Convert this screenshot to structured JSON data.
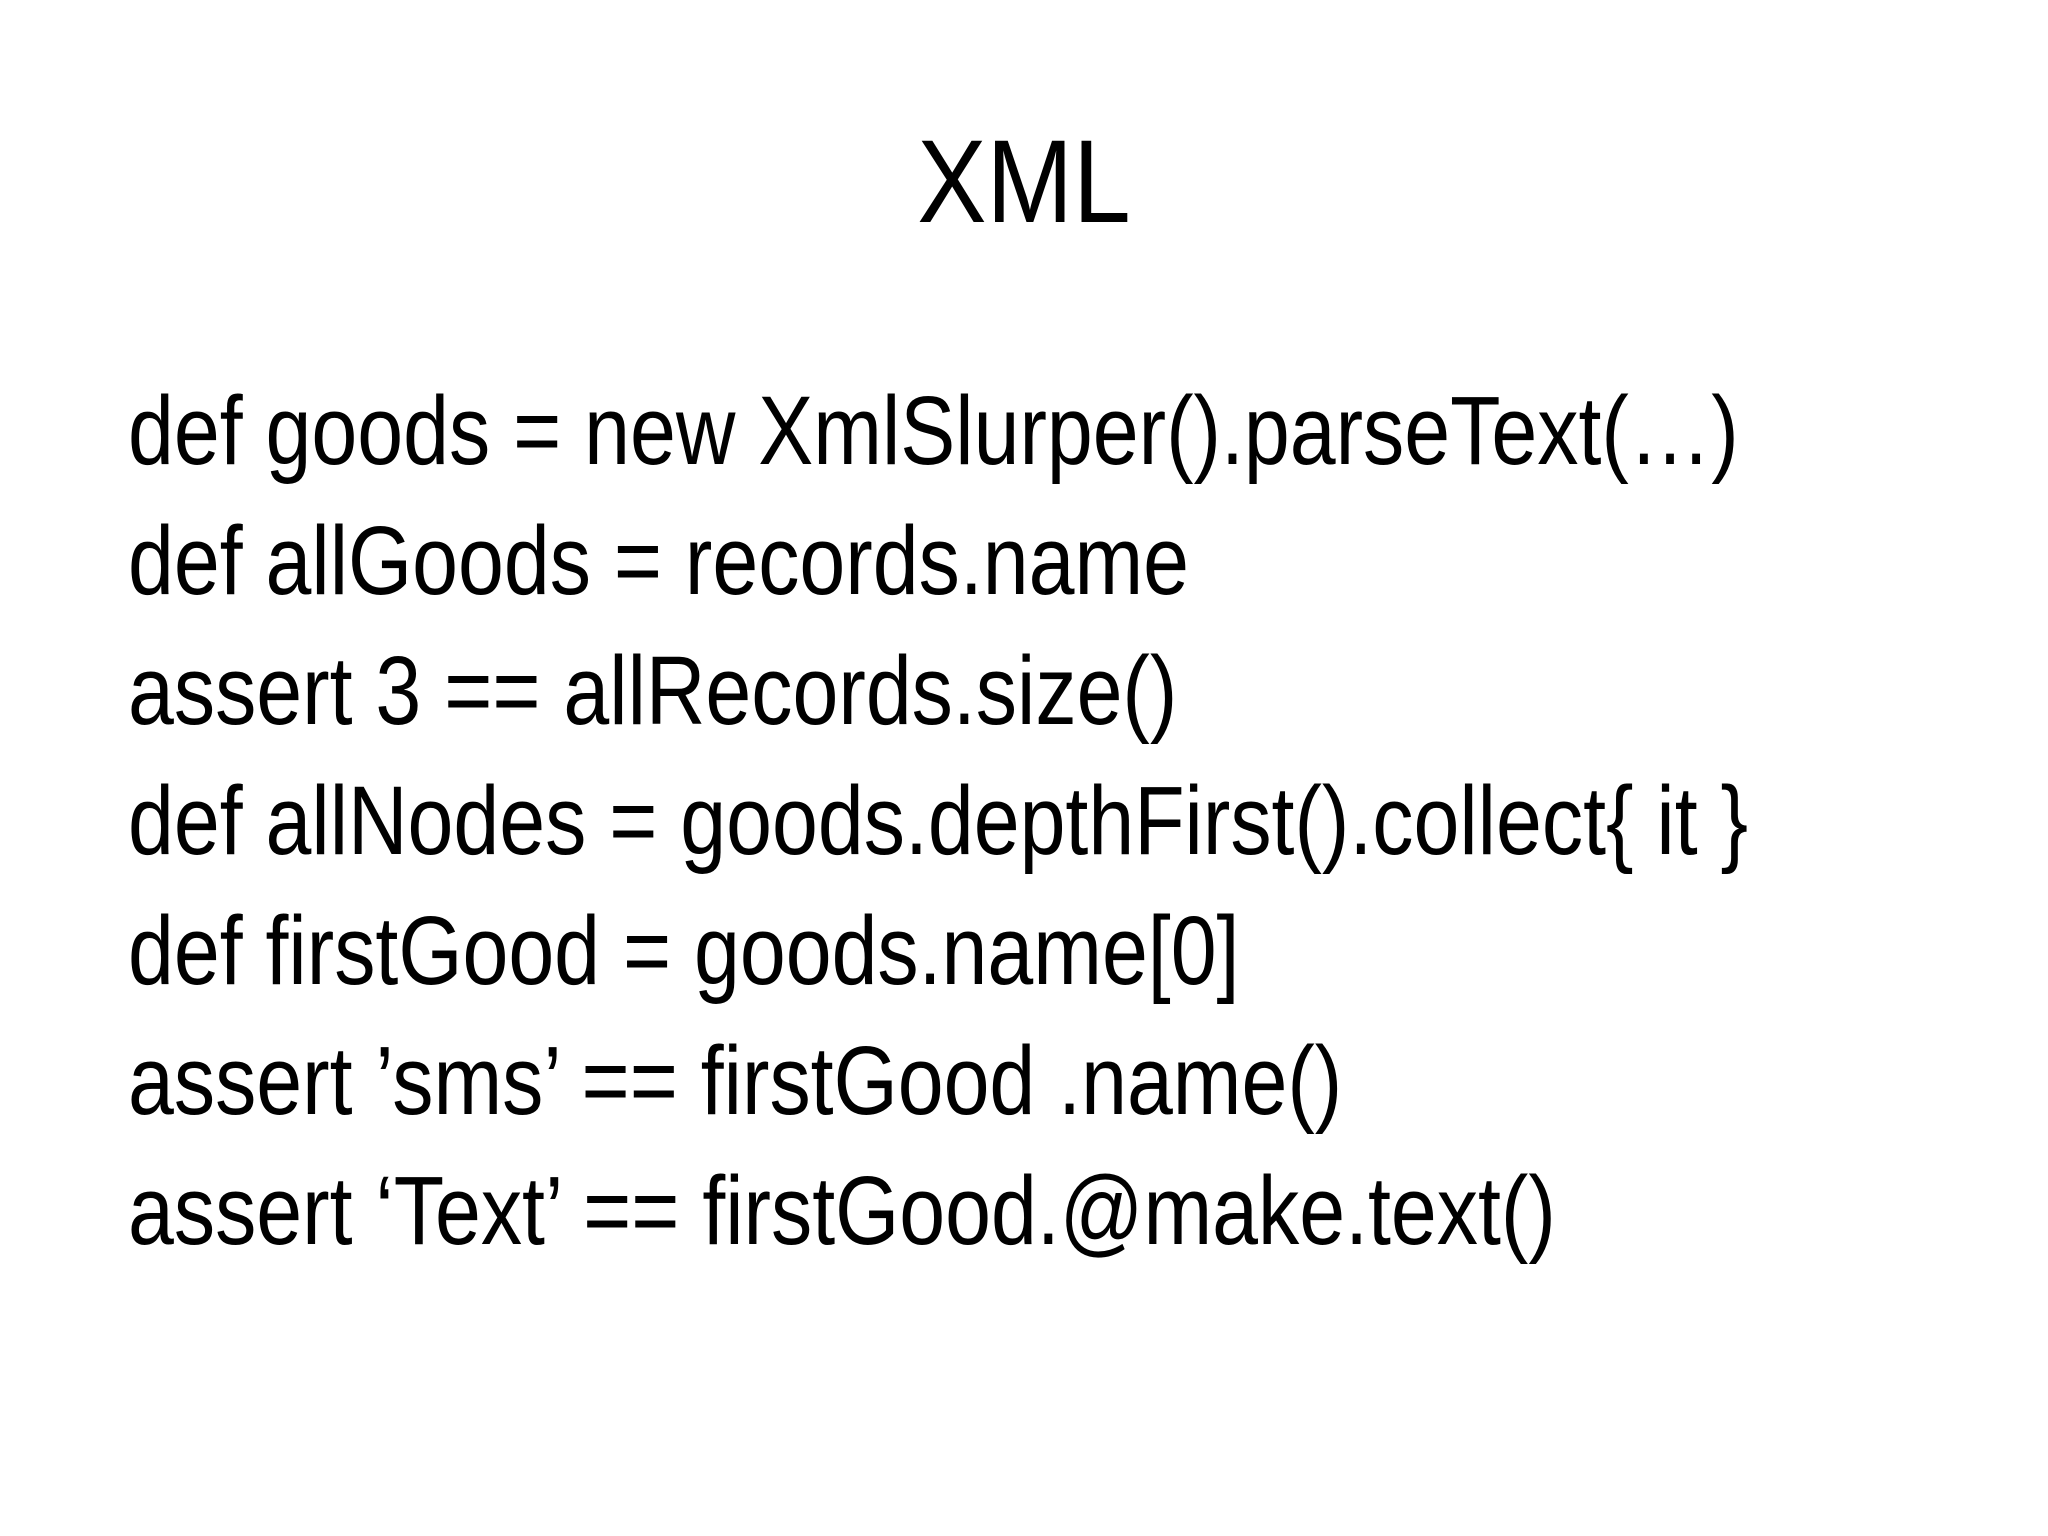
{
  "slide": {
    "title": "XML",
    "background_color": "#ffffff",
    "text_color": "#000000",
    "code_lines": [
      "def goods = new XmlSlurper().parseText(…)",
      "def allGoods = records.name",
      "assert 3 == allRecords.size()",
      "def allNodes = goods.depthFirst().collect{ it }",
      "def firstGood = goods.name[0]",
      "assert ’sms’ == firstGood .name()",
      "assert ‘Text’ == firstGood.@make.text()"
    ]
  }
}
